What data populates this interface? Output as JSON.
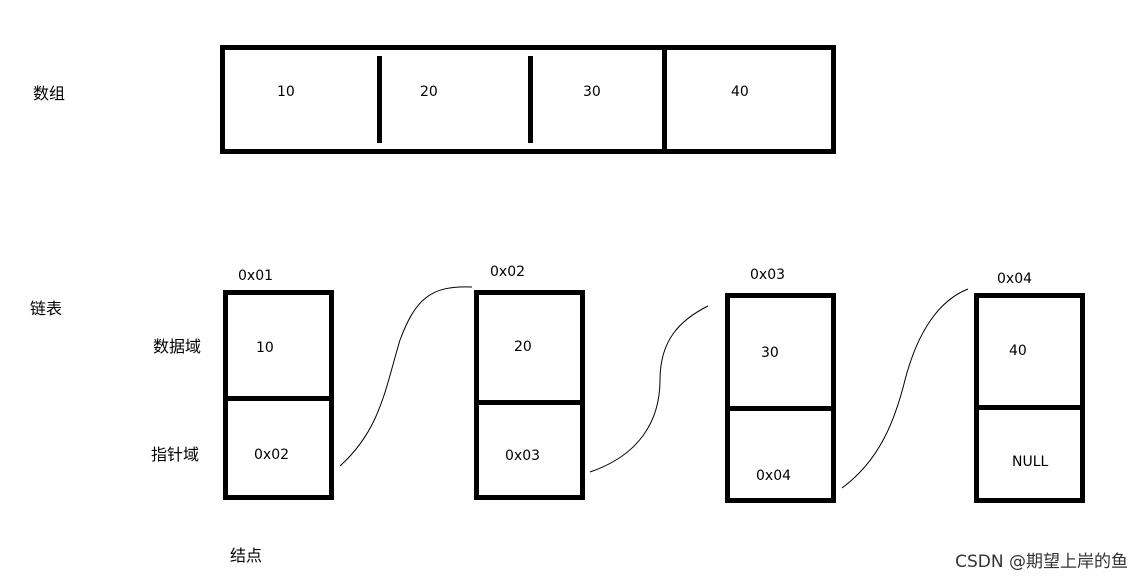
{
  "array_section": {
    "label": "数组",
    "values": [
      "10",
      "20",
      "30",
      "40"
    ]
  },
  "list_section": {
    "label": "链表",
    "data_field_label": "数据域",
    "pointer_field_label": "指针域",
    "node_caption": "结点",
    "nodes": [
      {
        "address": "0x01",
        "data": "10",
        "next": "0x02"
      },
      {
        "address": "0x02",
        "data": "20",
        "next": "0x03"
      },
      {
        "address": "0x03",
        "data": "30",
        "next": "0x04"
      },
      {
        "address": "0x04",
        "data": "40",
        "next": "NULL"
      }
    ]
  },
  "watermark": "CSDN @期望上岸的鱼"
}
